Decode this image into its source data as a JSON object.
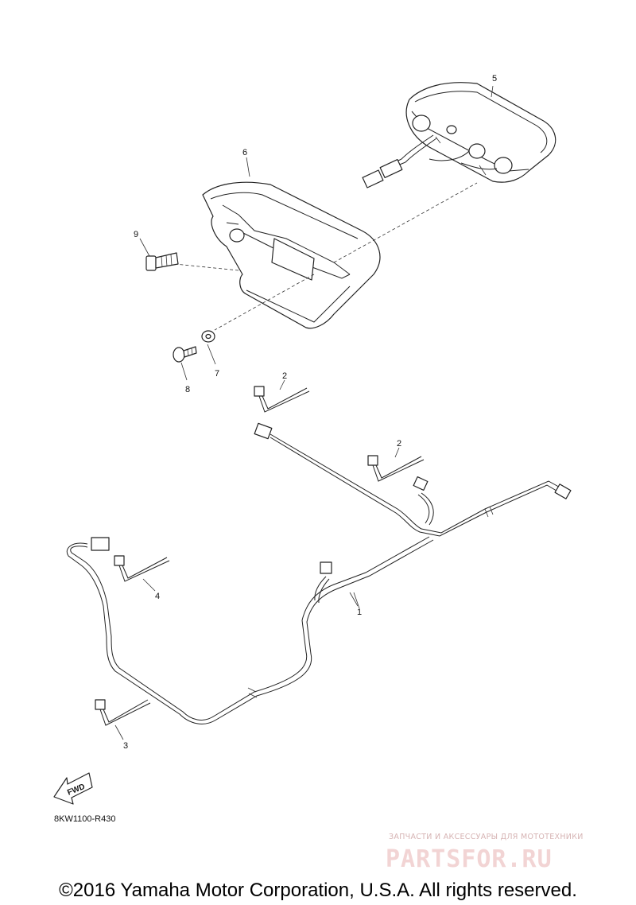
{
  "callouts": {
    "c1": "1",
    "c2a": "2",
    "c2b": "2",
    "c3": "3",
    "c4": "4",
    "c5": "5",
    "c6": "6",
    "c7": "7",
    "c8": "8",
    "c9": "9"
  },
  "diagram_code": "8KW1100-R430",
  "fwd_label": "FWD",
  "watermark": {
    "tagline": "ЗАПЧАСТИ И АКСЕССУАРЫ ДЛЯ МОТОТЕХНИКИ",
    "logo": "PARTSFOR.RU"
  },
  "copyright": "©2016 Yamaha Motor Corporation, U.S.A. All rights reserved."
}
